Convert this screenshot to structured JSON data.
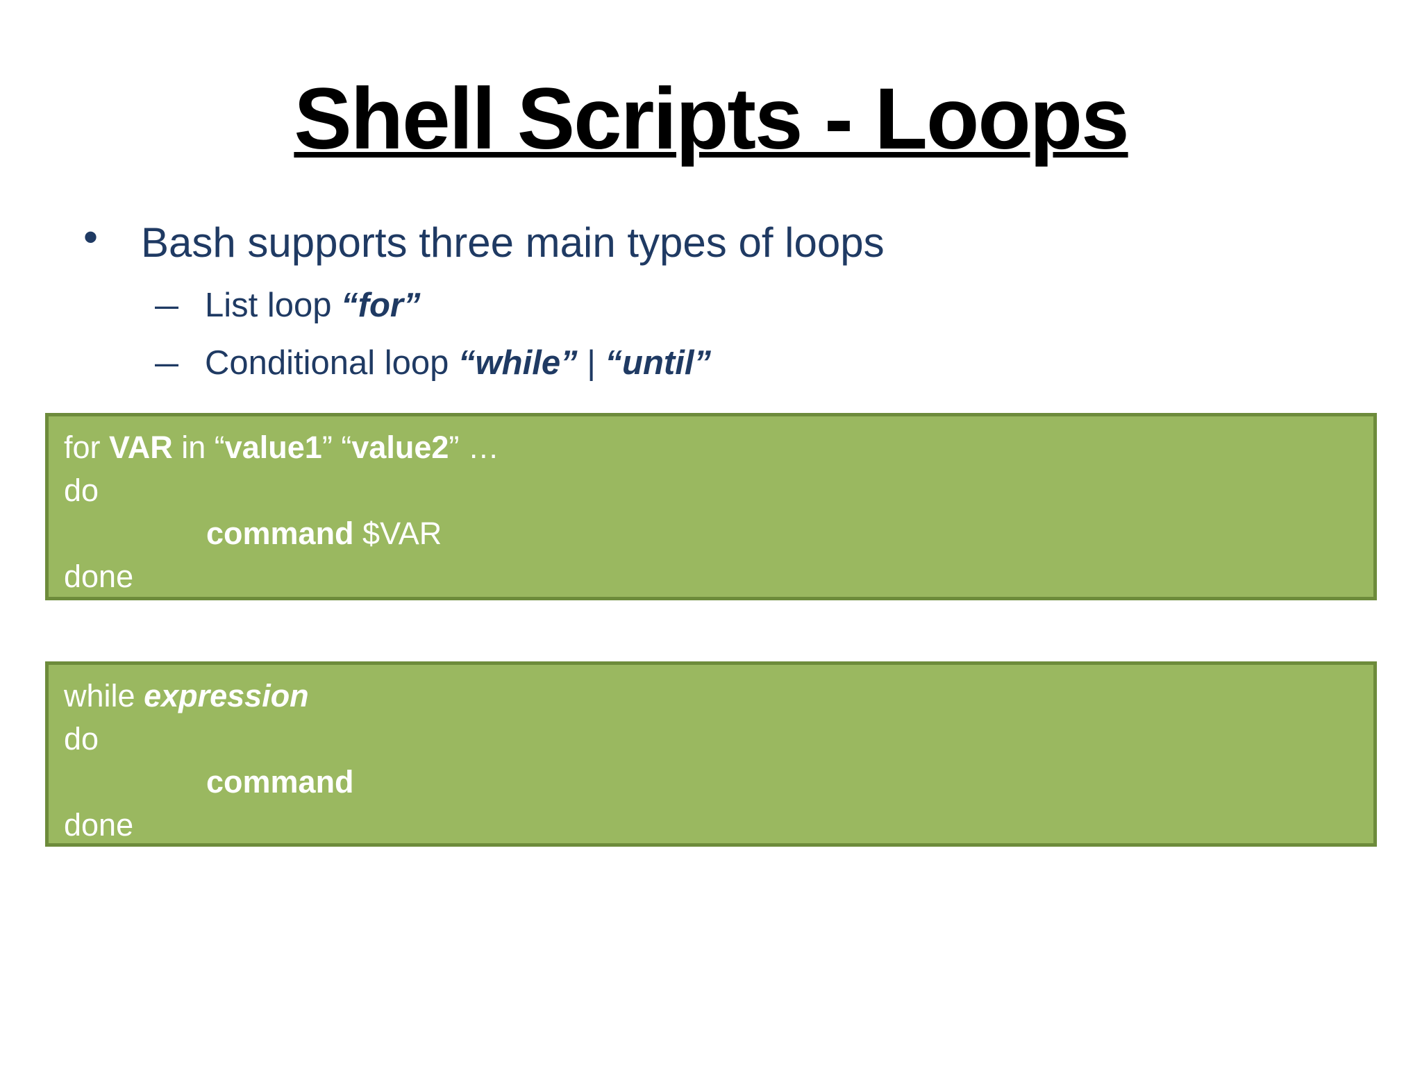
{
  "colors": {
    "background": "#ffffff",
    "title": "#000000",
    "body_text": "#1f3a63",
    "box_fill": "#9ab860",
    "box_border": "#6d8b3b",
    "box_text": "#ffffff"
  },
  "title": {
    "text": "Shell Scripts - Loops"
  },
  "bullets": {
    "main": {
      "marker": "•",
      "segments": [
        {
          "t": "Bash supports three main types of loops"
        }
      ]
    },
    "subs": [
      {
        "marker": "–",
        "segments": [
          {
            "t": "List loop "
          },
          {
            "t": "“for”",
            "b": true,
            "i": true
          }
        ]
      },
      {
        "marker": "–",
        "segments": [
          {
            "t": "Conditional loop "
          },
          {
            "t": "“while”",
            "b": true,
            "i": true
          },
          {
            "t": " | "
          },
          {
            "t": "“until”",
            "b": true,
            "i": true
          }
        ]
      }
    ]
  },
  "code_boxes": [
    {
      "name": "for-loop",
      "lines": [
        {
          "indent": 0,
          "segments": [
            {
              "t": "for "
            },
            {
              "t": "VAR",
              "b": true
            },
            {
              "t": " in “"
            },
            {
              "t": "value1",
              "b": true
            },
            {
              "t": "” “"
            },
            {
              "t": "value2",
              "b": true
            },
            {
              "t": "” …"
            }
          ]
        },
        {
          "indent": 0,
          "segments": [
            {
              "t": "do"
            }
          ]
        },
        {
          "indent": 1,
          "segments": [
            {
              "t": "command",
              "b": true
            },
            {
              "t": " $VAR"
            }
          ]
        },
        {
          "indent": 0,
          "segments": [
            {
              "t": "done"
            }
          ]
        }
      ]
    },
    {
      "name": "while-loop",
      "lines": [
        {
          "indent": 0,
          "segments": [
            {
              "t": "while "
            },
            {
              "t": "expression",
              "b": true,
              "i": true
            }
          ]
        },
        {
          "indent": 0,
          "segments": [
            {
              "t": "do"
            }
          ]
        },
        {
          "indent": 1,
          "segments": [
            {
              "t": "command",
              "b": true
            }
          ]
        },
        {
          "indent": 0,
          "segments": [
            {
              "t": "done"
            }
          ]
        }
      ]
    }
  ]
}
